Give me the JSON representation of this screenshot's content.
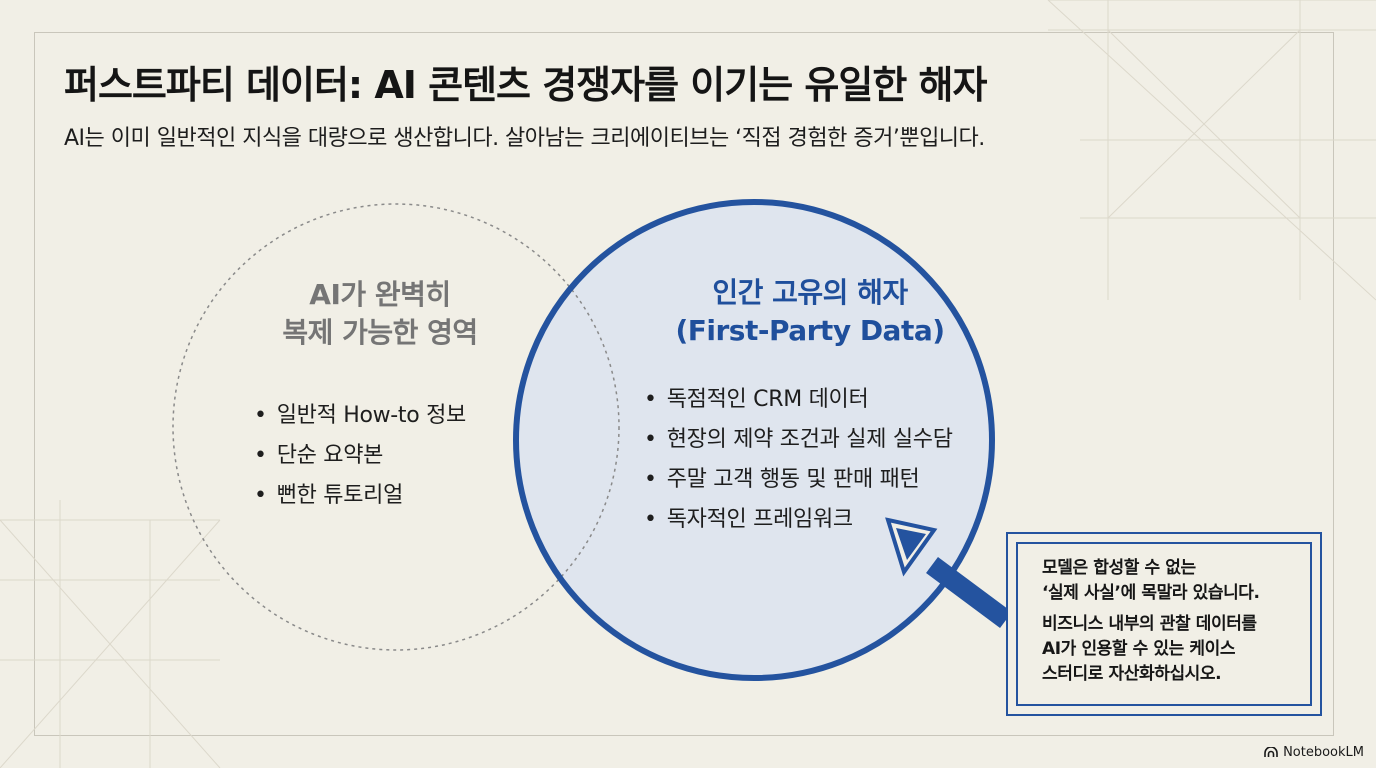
{
  "header": {
    "title": "퍼스트파티 데이터: AI 콘텐츠 경쟁자를 이기는 유일한 해자",
    "subtitle": "AI는 이미 일반적인 지식을 대량으로 생산합니다. 살아남는 크리에이티브는 ‘직접 경험한 증거’뿐입니다."
  },
  "left_circle": {
    "heading_line1": "AI가 완벽히",
    "heading_line2": "복제 가능한 영역",
    "items": [
      "일반적 How-to 정보",
      "단순 요약본",
      "뻔한 튜토리얼"
    ]
  },
  "right_circle": {
    "heading_line1": "인간 고유의 해자",
    "heading_line2": "(First-Party Data)",
    "items": [
      "독점적인 CRM 데이터",
      "현장의 제약 조건과 실제 실수담",
      "주말 고객 행동 및 판매 패턴",
      "독자적인 프레임워크"
    ]
  },
  "callout": {
    "p1_line1": "모델은 합성할 수 없는",
    "p1_line2": "‘실제 사실’에 목말라 있습니다.",
    "p2_line1": "비즈니스 내부의 관찰 데이터를",
    "p2_line2": "AI가 인용할 수 있는 케이스",
    "p2_line3": "스터디로 자산화하십시오."
  },
  "brand": {
    "label": "NotebookLM"
  },
  "bullet": "•",
  "colors": {
    "background": "#f1efe6",
    "accent_blue": "#24539f",
    "fill_blue": "#dfe5ee",
    "muted_gray": "#757575"
  }
}
